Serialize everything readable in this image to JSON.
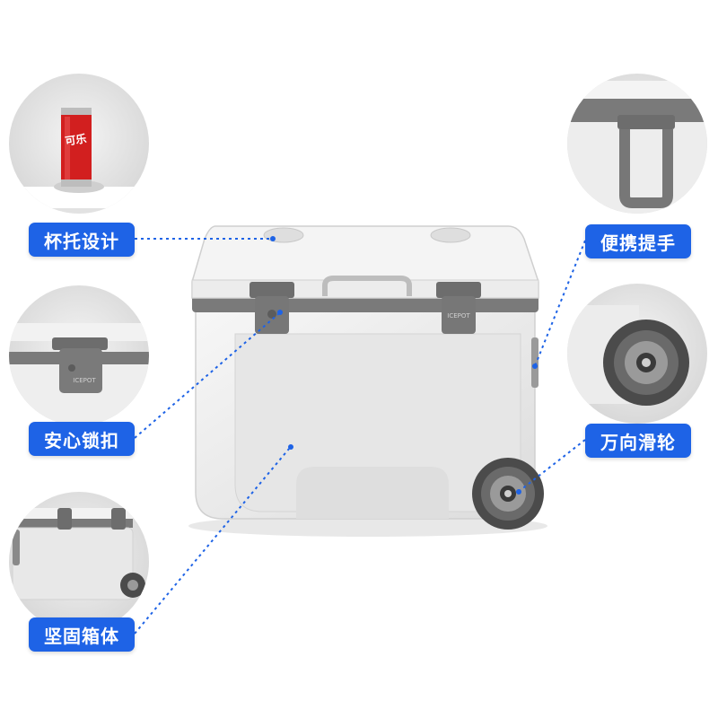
{
  "features": {
    "cup_holder": "杯托设计",
    "lock": "安心锁扣",
    "body": "坚固箱体",
    "handle": "便携提手",
    "wheel": "万向滑轮"
  },
  "can_text": "可乐",
  "logo_text": "ICEPOT",
  "colors": {
    "accent": "#1e63e6",
    "cooler_body": "#f1f1f1",
    "trim": "#777777",
    "can_red": "#d21f1f"
  }
}
